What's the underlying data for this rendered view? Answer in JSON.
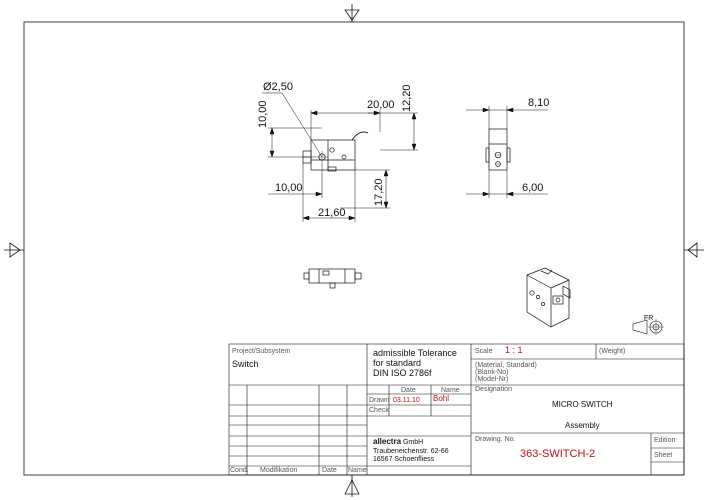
{
  "drawing": {
    "dimensions": {
      "diameter": "Ø2,50",
      "width_top": "20,00",
      "height_right": "12,20",
      "height_left": "10,00",
      "offset_left": "10,00",
      "height_right_lower": "17,20",
      "total_width": "21,60",
      "side_width": "8,10",
      "side_depth": "6,00"
    },
    "projection_symbol": "FR"
  },
  "title_block": {
    "project_label": "Project/Subsystem",
    "project_value": "Switch",
    "tolerance_lines": [
      "admissible Tolerance",
      "for standard",
      "DIN ISO 2786f"
    ],
    "scale_label": "Scale",
    "scale_value": "1 : 1",
    "weight_label": "(Weight)",
    "material_label": "(Material, Standard)",
    "blank_label": "(Blank-No)",
    "model_label": "(Model-Nr)",
    "designation_label": "Designation",
    "designation_lines": [
      "MICRO SWITCH",
      "Assembly"
    ],
    "date_header": "Date",
    "name_header": "Name",
    "drawn_label": "Drawn",
    "drawn_date": "03.11.10",
    "drawn_name": "Bohl",
    "check_label": "Check",
    "company_prefix": "a",
    "company_bold": "llectra",
    "company_suffix": " GmbH",
    "company_street": "Traubeneichenstr. 62-66",
    "company_city": "16567 Schoenfliess",
    "drawing_no_label": "Drawing. No.",
    "drawing_no_value": "363-SWITCH-2",
    "edition_label": "Edition",
    "sheet_label": "Sheet",
    "rev_cond": "Cond.",
    "rev_modification": "Modifikation",
    "rev_date": "Date",
    "rev_name": "Name"
  },
  "colors": {
    "line": "#111111",
    "red_text": "#c41010",
    "gray_text": "#555555"
  }
}
